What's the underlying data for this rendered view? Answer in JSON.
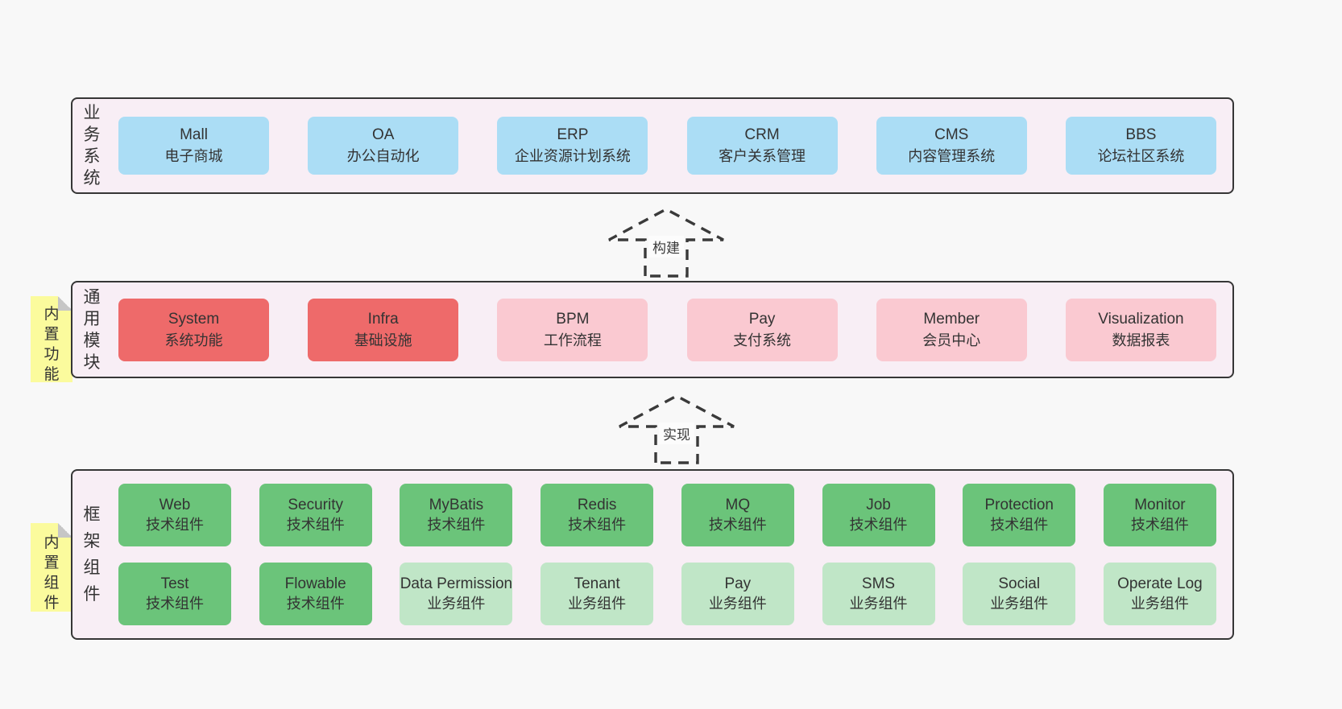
{
  "colors": {
    "page_bg": "#f8f8f8",
    "layer_bg": "#f8eef5",
    "layer_border": "#363636",
    "blue": "#abddf5",
    "red": "#ee6a6a",
    "pink": "#fac9d1",
    "green_dark": "#6bc47a",
    "green_light": "#c0e6c7",
    "note_yellow": "#fbfb9d",
    "text": "#333333"
  },
  "arrows": [
    {
      "label": "构建"
    },
    {
      "label": "实现"
    }
  ],
  "layers": [
    {
      "label": "业务系统",
      "items": [
        {
          "name": "Mall",
          "desc": "电子商城"
        },
        {
          "name": "OA",
          "desc": "办公自动化"
        },
        {
          "name": "ERP",
          "desc": "企业资源计划系统"
        },
        {
          "name": "CRM",
          "desc": "客户关系管理"
        },
        {
          "name": "CMS",
          "desc": "内容管理系统"
        },
        {
          "name": "BBS",
          "desc": "论坛社区系统"
        }
      ]
    },
    {
      "label": "通用模块",
      "note": "内置功能",
      "items": [
        {
          "name": "System",
          "desc": "系统功能"
        },
        {
          "name": "Infra",
          "desc": "基础设施"
        },
        {
          "name": "BPM",
          "desc": "工作流程"
        },
        {
          "name": "Pay",
          "desc": "支付系统"
        },
        {
          "name": "Member",
          "desc": "会员中心"
        },
        {
          "name": "Visualization",
          "desc": "数据报表"
        }
      ]
    },
    {
      "label": "框架组件",
      "note": "内置组件",
      "rows": [
        [
          {
            "name": "Web",
            "desc": "技术组件"
          },
          {
            "name": "Security",
            "desc": "技术组件"
          },
          {
            "name": "MyBatis",
            "desc": "技术组件"
          },
          {
            "name": "Redis",
            "desc": "技术组件"
          },
          {
            "name": "MQ",
            "desc": "技术组件"
          },
          {
            "name": "Job",
            "desc": "技术组件"
          },
          {
            "name": "Protection",
            "desc": "技术组件"
          },
          {
            "name": "Monitor",
            "desc": "技术组件"
          }
        ],
        [
          {
            "name": "Test",
            "desc": "技术组件"
          },
          {
            "name": "Flowable",
            "desc": "技术组件"
          },
          {
            "name": "Data Permission",
            "desc": "业务组件"
          },
          {
            "name": "Tenant",
            "desc": "业务组件"
          },
          {
            "name": "Pay",
            "desc": "业务组件"
          },
          {
            "name": "SMS",
            "desc": "业务组件"
          },
          {
            "name": "Social",
            "desc": "业务组件"
          },
          {
            "name": "Operate Log",
            "desc": "业务组件"
          }
        ]
      ]
    }
  ]
}
